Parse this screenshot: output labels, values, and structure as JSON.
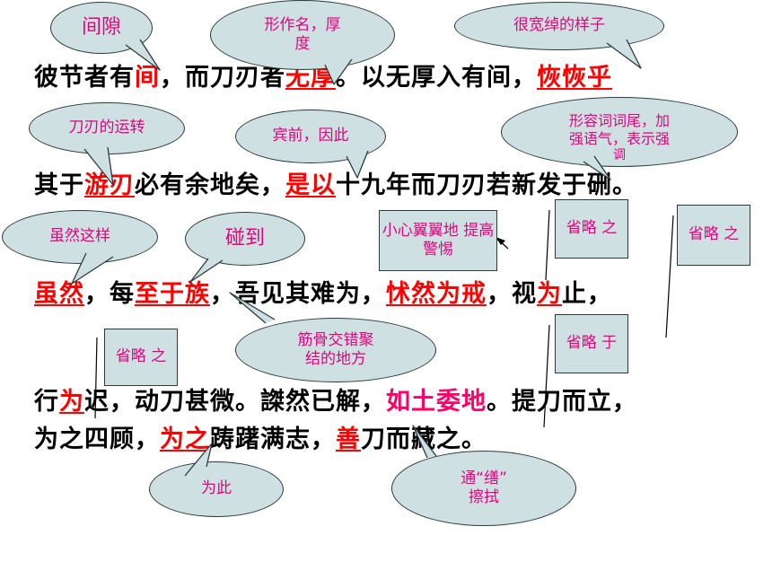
{
  "lines": [
    {
      "id": "line1",
      "segments": [
        {
          "text": "彼节者有",
          "style": "plain"
        },
        {
          "text": "间",
          "style": "red"
        },
        {
          "text": "，而刀刃者",
          "style": "plain"
        },
        {
          "text": "无厚",
          "style": "red-underline"
        },
        {
          "text": "。以无厚入有间，",
          "style": "plain"
        },
        {
          "text": "恢恢乎",
          "style": "red-underline"
        }
      ]
    },
    {
      "id": "line2",
      "segments": [
        {
          "text": "其于",
          "style": "plain"
        },
        {
          "text": "游刃",
          "style": "red-underline"
        },
        {
          "text": "必有余地矣，",
          "style": "plain"
        },
        {
          "text": "是以",
          "style": "red-underline"
        },
        {
          "text": "十九年而刀刃若新发于硎。",
          "style": "plain"
        }
      ]
    },
    {
      "id": "line3",
      "segments": [
        {
          "text": "虽然",
          "style": "red-underline"
        },
        {
          "text": "，每",
          "style": "plain"
        },
        {
          "text": "至于族",
          "style": "red-underline"
        },
        {
          "text": "，吾见其难为，",
          "style": "plain"
        },
        {
          "text": "怵然为戒",
          "style": "red-underline"
        },
        {
          "text": "，视",
          "style": "plain"
        },
        {
          "text": "为",
          "style": "red-underline"
        },
        {
          "text": "止，",
          "style": "plain"
        }
      ]
    },
    {
      "id": "line4",
      "segments": [
        {
          "text": "行",
          "style": "plain"
        },
        {
          "text": "为",
          "style": "red-underline"
        },
        {
          "text": "迟，动刀甚微。謋然已解，",
          "style": "plain"
        },
        {
          "text": "如土委地",
          "style": "magenta"
        },
        {
          "text": "。提刀而立，",
          "style": "plain"
        }
      ]
    },
    {
      "id": "line5",
      "segments": [
        {
          "text": "为之四顾，",
          "style": "plain"
        },
        {
          "text": "为之",
          "style": "red-underline"
        },
        {
          "text": "踌躇满志，",
          "style": "plain"
        },
        {
          "text": "善",
          "style": "red-underline"
        },
        {
          "text": "刀而藏之。",
          "style": "plain"
        }
      ]
    }
  ],
  "bubbles": {
    "jianxi": "间隙",
    "xingzuoming": [
      "形作名，厚",
      "度"
    ],
    "henkuanchuo": "很宽绰的样子",
    "daorendeyunzhuan": "刀刃的运转",
    "binqian": "宾前，因此",
    "xingrongci": [
      "形容词词尾，加",
      "强语气，表示强",
      "调"
    ],
    "suiranzheyang": "虽然这样",
    "pengdao": "碰到",
    "jingu": [
      "筋骨交错聚",
      "结的地方"
    ],
    "weici": "为此",
    "tongshan": [
      "通“缮”",
      "擦拭"
    ]
  },
  "boxes": {
    "xiaoxin": [
      "小心翼翼地",
      "提高警惕"
    ],
    "shenglue_zhi_1": [
      "省略",
      "之"
    ],
    "shenglue_zhi_2": [
      "省略",
      "之"
    ],
    "shenglue_yu": [
      "省略",
      "于"
    ],
    "shenglue_zhi_3": [
      "省略",
      "之"
    ]
  }
}
